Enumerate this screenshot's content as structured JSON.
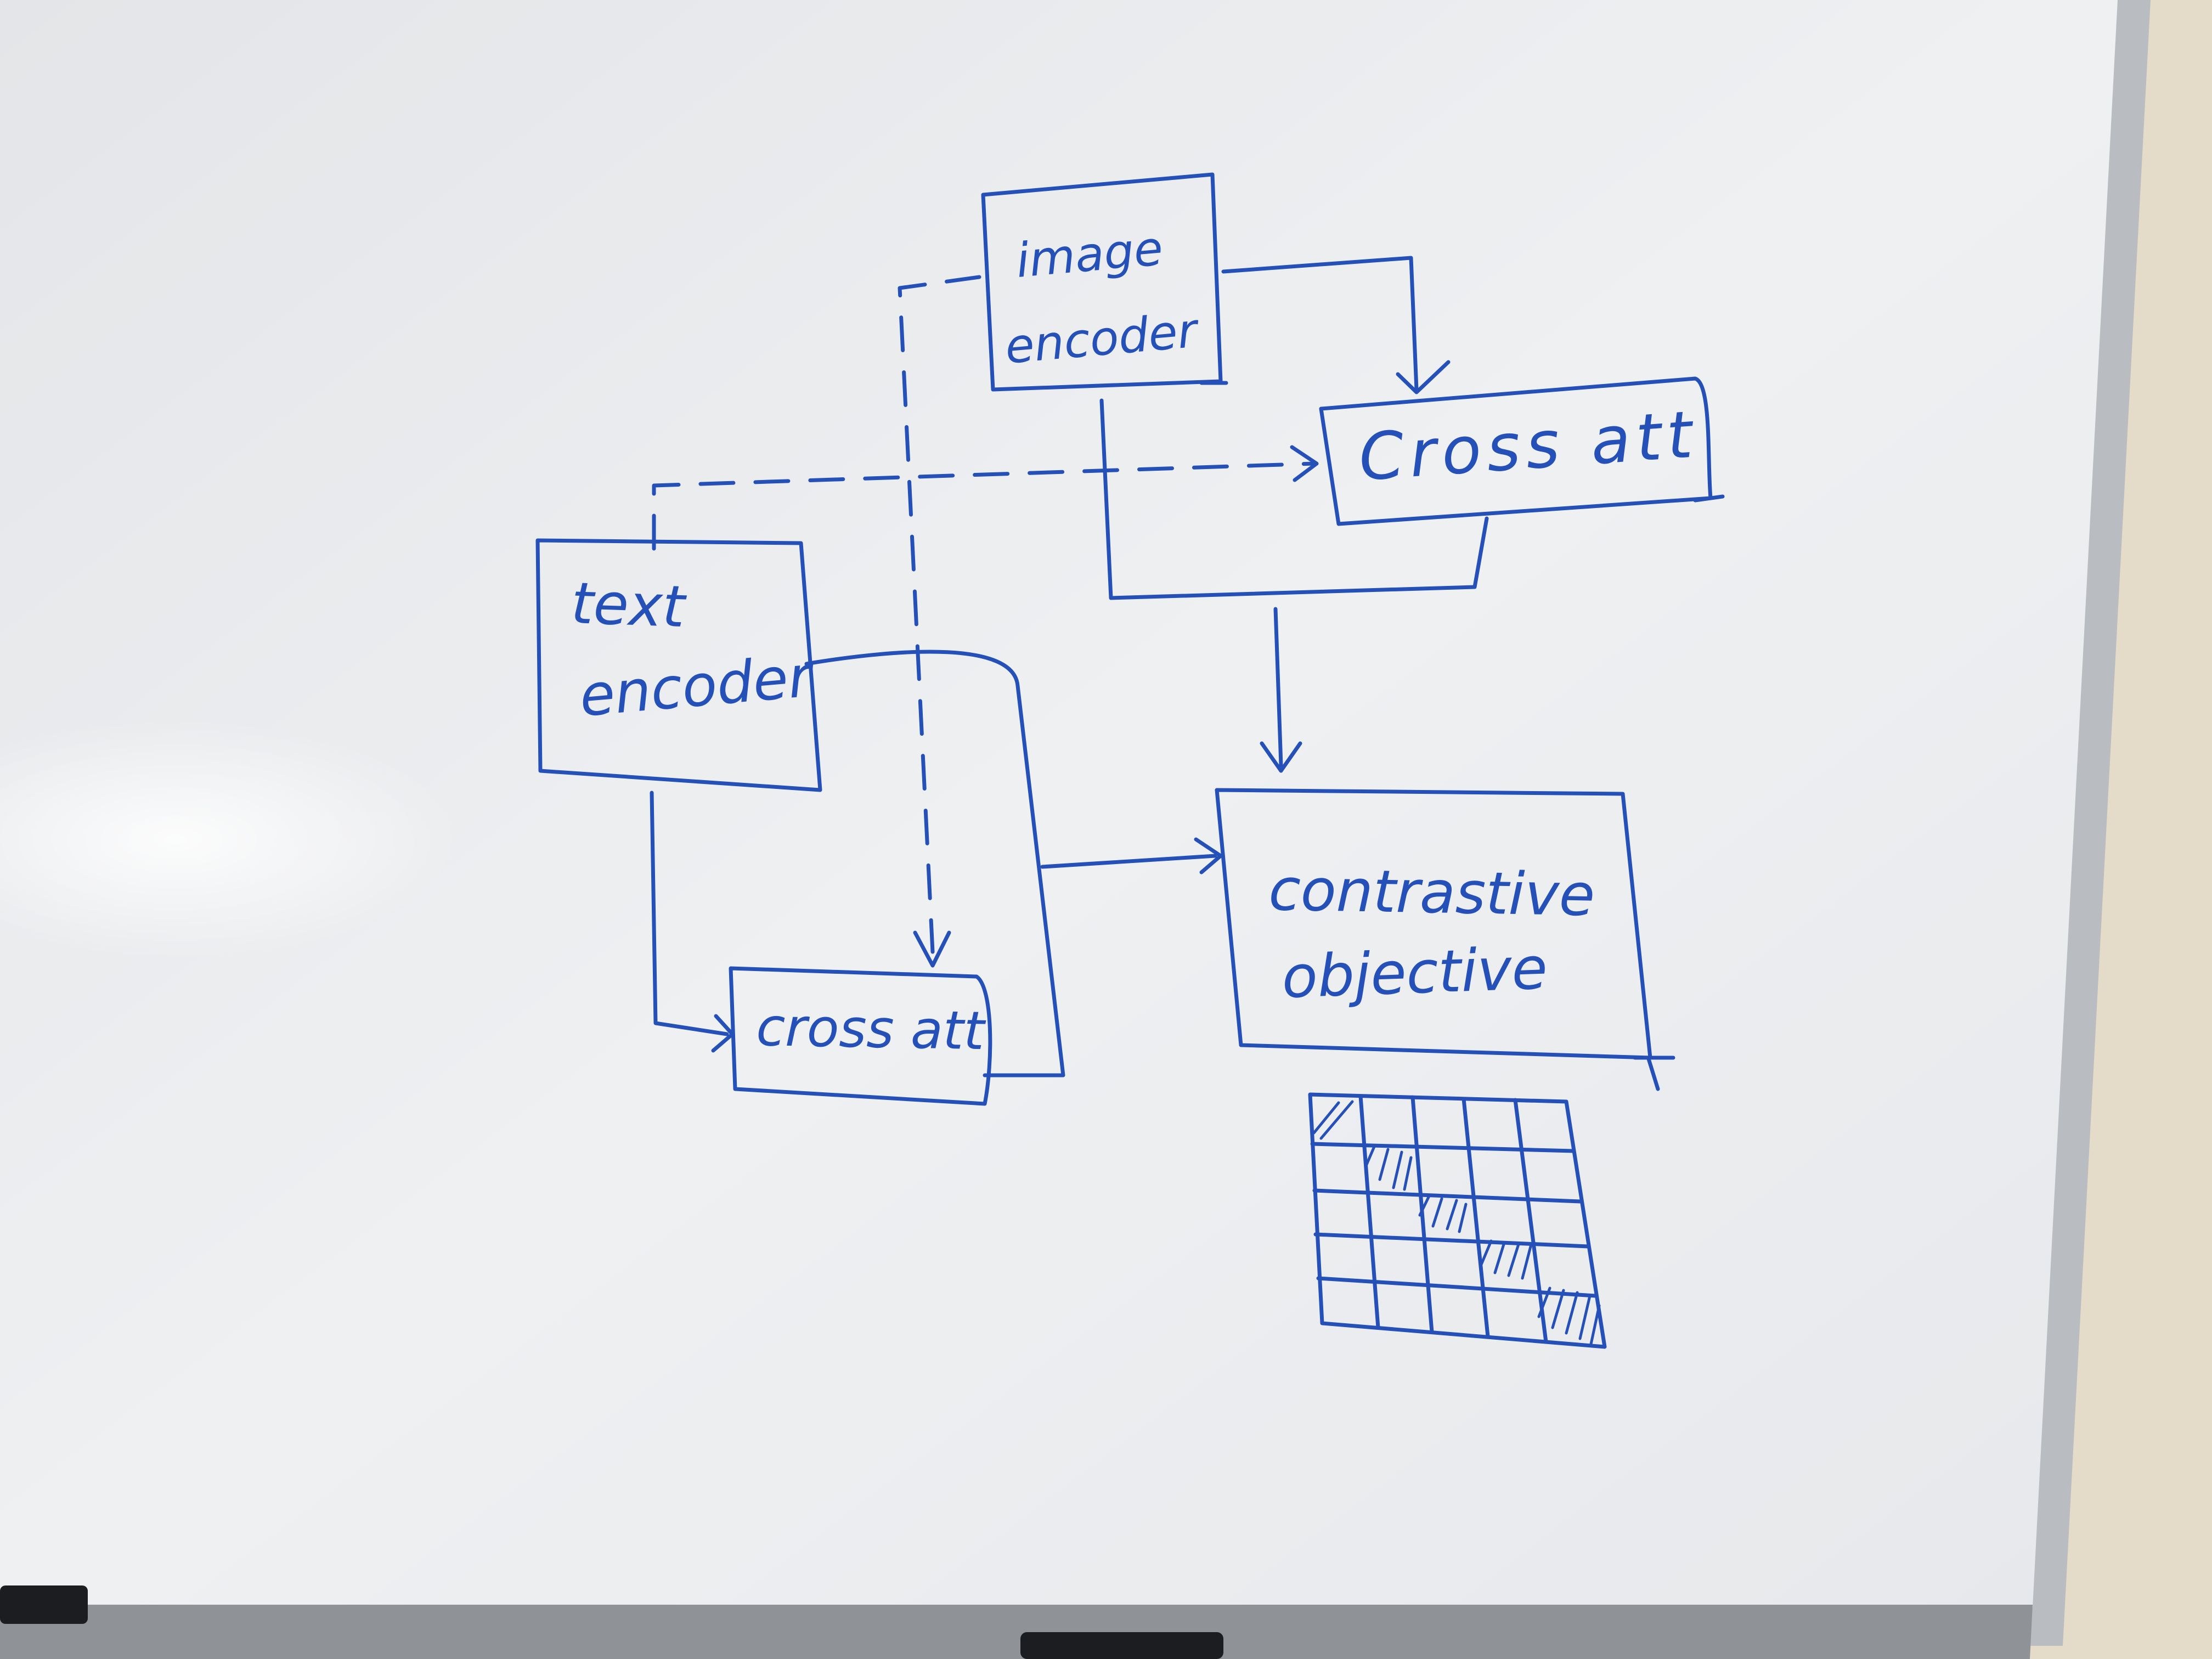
{
  "whiteboard": {
    "colors": {
      "board": "#eceef0",
      "ink": "#2450b8",
      "frame": "#b9bcc0",
      "wall": "#e4dcc8",
      "tray": "#8f9296"
    },
    "nodes": {
      "image_encoder": [
        "image",
        "encoder"
      ],
      "text_encoder": [
        "text",
        "encoder"
      ],
      "cross_att_top": "Cross att",
      "cross_att_bottom": "cross att",
      "contrastive_objective": [
        "contrastive",
        "objective"
      ]
    },
    "similarity_matrix": {
      "rows": 5,
      "cols": 5,
      "hatched": "diagonal"
    }
  }
}
